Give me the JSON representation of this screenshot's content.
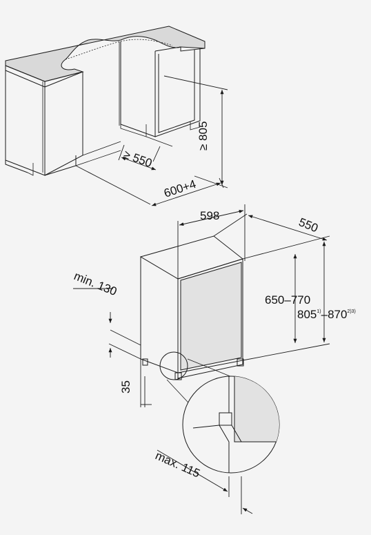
{
  "colors": {
    "background": "#f4f4f4",
    "counter_top": "#d9d9d9",
    "door": "#e2e2e2",
    "line": "#1a1a1a"
  },
  "niche": {
    "depth_label": "≥ 550",
    "width_label": "600+4",
    "height_label": "≥ 805"
  },
  "appliance": {
    "width_label": "598",
    "depth_label": "550",
    "height_range_label": "650–770",
    "height_range2_main": "805",
    "height_range2_sup1": "1)",
    "height_range2_dash": "–870",
    "height_range2_sup2": "2)3)",
    "min_label": "min. 130",
    "plinth_label": "35",
    "max_label": "max. 115"
  }
}
